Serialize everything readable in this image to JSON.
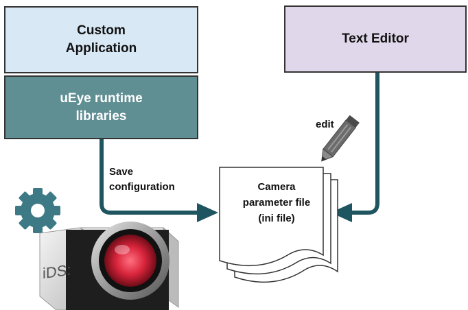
{
  "boxes": {
    "custom_app": "Custom\nApplication",
    "runtime": "uEye runtime\nlibraries",
    "text_editor": "Text Editor"
  },
  "labels": {
    "save_config": "Save\nconfiguration",
    "edit": "edit"
  },
  "param_file": "Camera\nparameter file\n(ini file)",
  "camera_brand": "iDS:",
  "colors": {
    "arrow": "#1f5560",
    "runtime_box": "#5f8e93",
    "custom_box": "#d9e8f5",
    "editor_box": "#e1d7ea",
    "gear": "#3d7a86",
    "lens_red": "#d8243b"
  },
  "icons": [
    "gear-icon",
    "pencil-icon",
    "camera-image"
  ]
}
